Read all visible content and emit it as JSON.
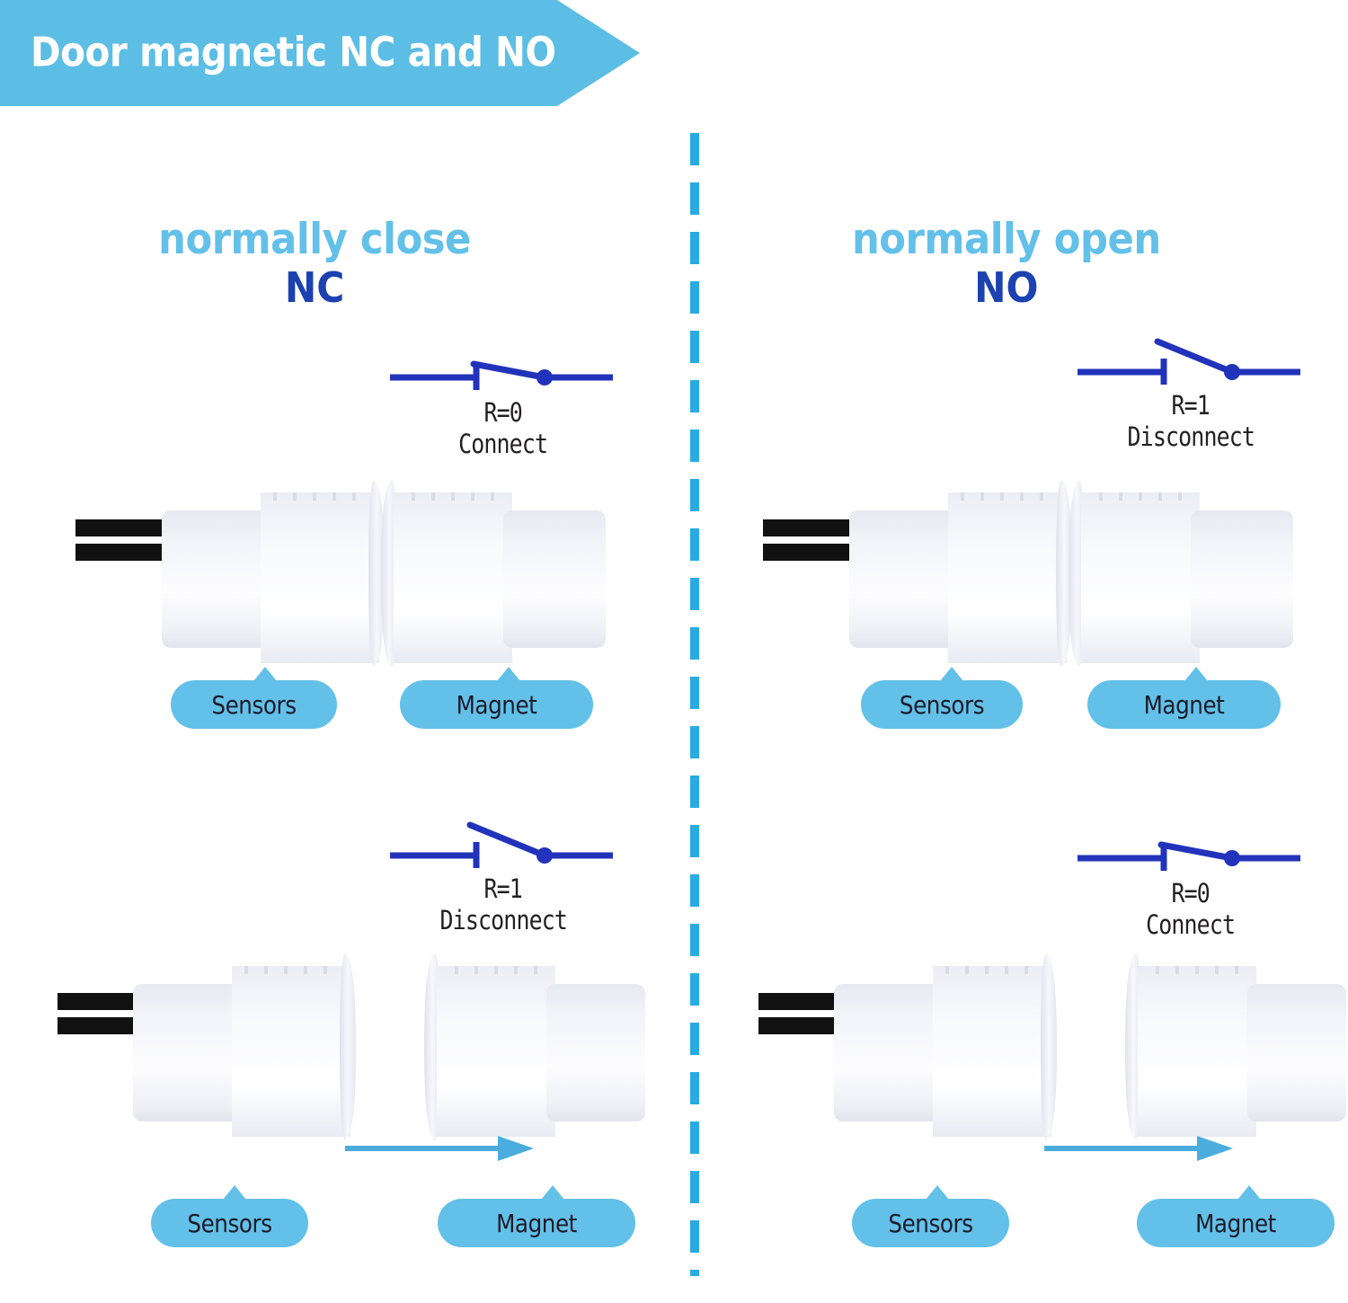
{
  "banner": {
    "title": "Door magnetic NC and NO"
  },
  "colors": {
    "banner_blue": "#5CBDE5",
    "accent_light_blue": "#63C0E8",
    "divider_blue": "#29ABE2",
    "abbr_dark_blue": "#1C41B0",
    "switch_blue": "#2233BB",
    "caption_black": "#231F20",
    "wire_black": "#111111"
  },
  "columns": [
    {
      "id": "nc",
      "heading": "normally close",
      "abbreviation": "NC",
      "rows": [
        {
          "id": "nc-closed",
          "state": "closed",
          "resistance_label": "R=0",
          "status_label": "Connect",
          "separated": false,
          "show_move_arrow": false,
          "sensor_label": "Sensors",
          "magnet_label": "Magnet"
        },
        {
          "id": "nc-open",
          "state": "open",
          "resistance_label": "R=1",
          "status_label": "Disconnect",
          "separated": true,
          "show_move_arrow": true,
          "sensor_label": "Sensors",
          "magnet_label": "Magnet"
        }
      ]
    },
    {
      "id": "no",
      "heading": "normally open",
      "abbreviation": "NO",
      "rows": [
        {
          "id": "no-open",
          "state": "open",
          "resistance_label": "R=1",
          "status_label": "Disconnect",
          "separated": false,
          "show_move_arrow": false,
          "sensor_label": "Sensors",
          "magnet_label": "Magnet"
        },
        {
          "id": "no-closed",
          "state": "closed",
          "resistance_label": "R=0",
          "status_label": "Connect",
          "separated": true,
          "show_move_arrow": true,
          "sensor_label": "Sensors",
          "magnet_label": "Magnet"
        }
      ]
    }
  ],
  "icons": {
    "switch_closed": "switch-closed-icon",
    "switch_open": "switch-open-icon",
    "move_arrow": "arrow-right-icon",
    "sensor_body": "magnetic-sensor-icon",
    "magnet_body": "magnet-icon",
    "wire": "wire-leads-icon"
  }
}
